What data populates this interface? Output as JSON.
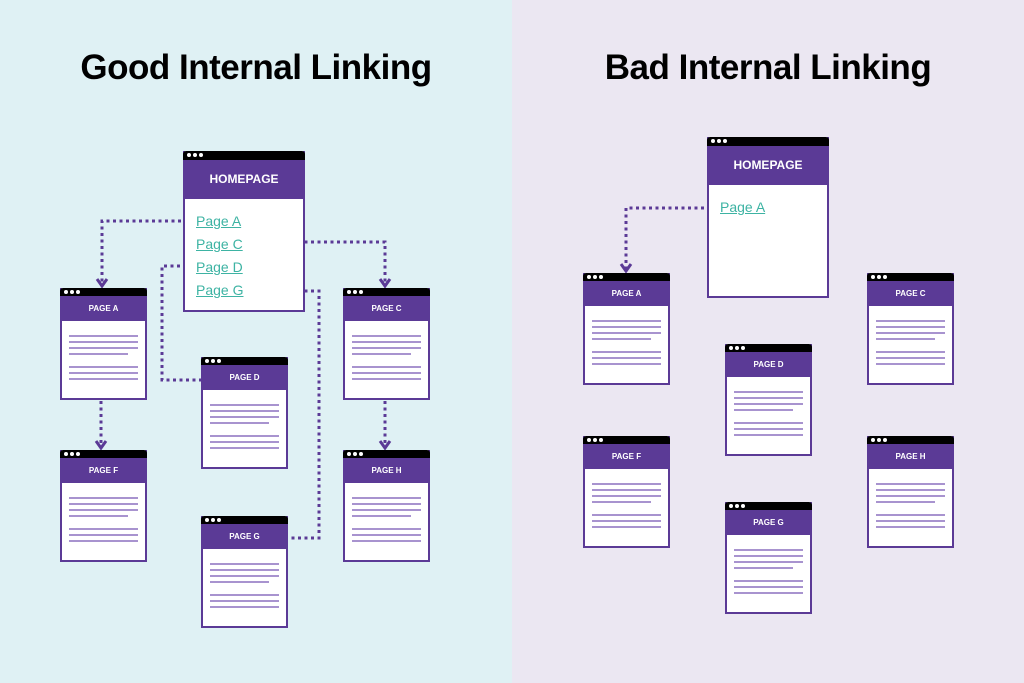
{
  "good": {
    "title": "Good Internal Linking",
    "homepage": "HOMEPAGE",
    "links": [
      "Page A",
      "Page C",
      "Page D",
      "Page G"
    ],
    "cards": {
      "a": "PAGE A",
      "c": "PAGE C",
      "d": "PAGE D",
      "f": "PAGE F",
      "h": "PAGE H",
      "g": "PAGE G"
    }
  },
  "bad": {
    "title": "Bad Internal Linking",
    "homepage": "HOMEPAGE",
    "links": [
      "Page A"
    ],
    "cards": {
      "a": "PAGE A",
      "c": "PAGE C",
      "d": "PAGE D",
      "f": "PAGE F",
      "h": "PAGE H",
      "g": "PAGE G"
    }
  },
  "colors": {
    "link_line": "#5b3a96",
    "header": "#5b3a96",
    "link_text": "#3db3a3",
    "good_bg": "#dff1f4",
    "bad_bg": "#ebe7f2"
  }
}
